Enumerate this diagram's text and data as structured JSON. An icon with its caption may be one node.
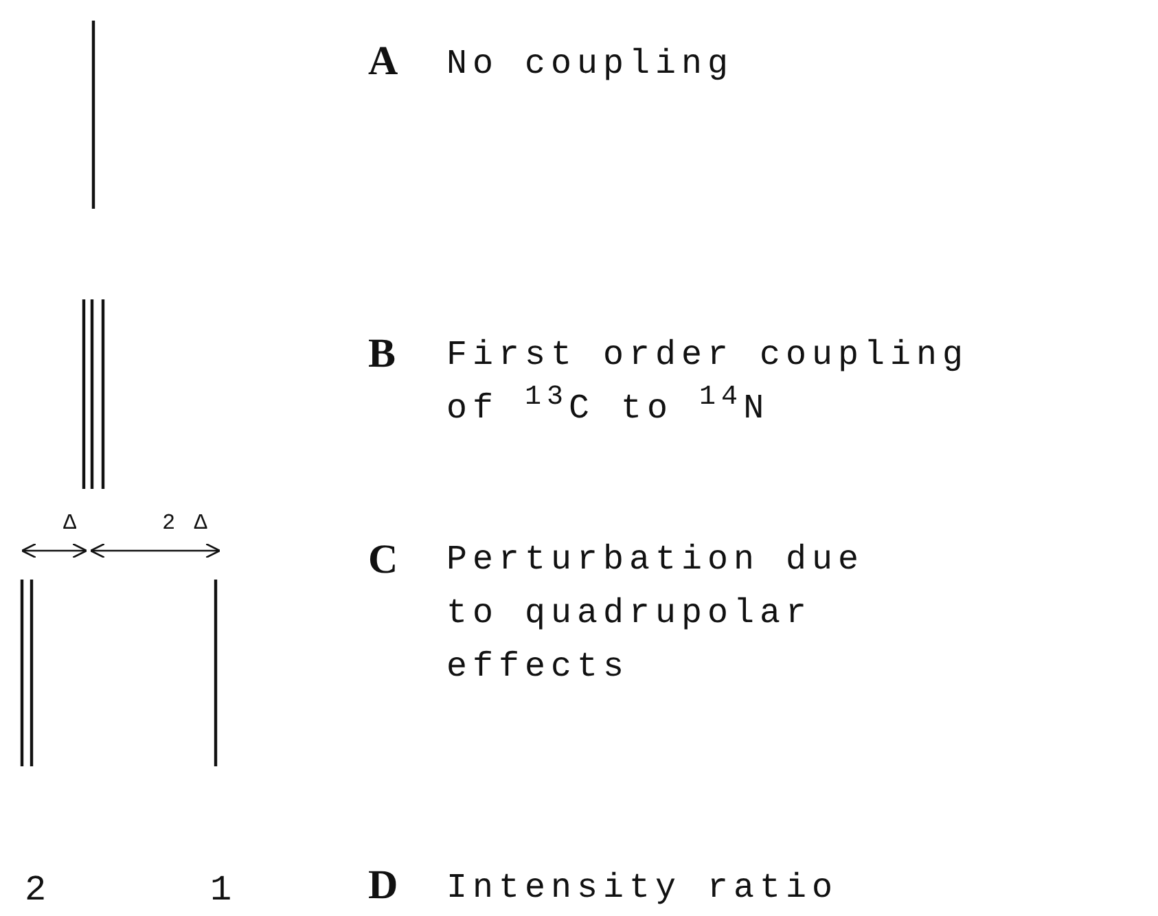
{
  "diagram": {
    "labels": [
      "A",
      "No coupling",
      "B",
      "First order coupling of $^{13}$C to $^{14}$N",
      "Δ",
      "2 Δ",
      "C",
      "Perturbation due to quadrupolar effects",
      "2",
      "1",
      "D",
      "Intensity ratio"
    ]
  }
}
